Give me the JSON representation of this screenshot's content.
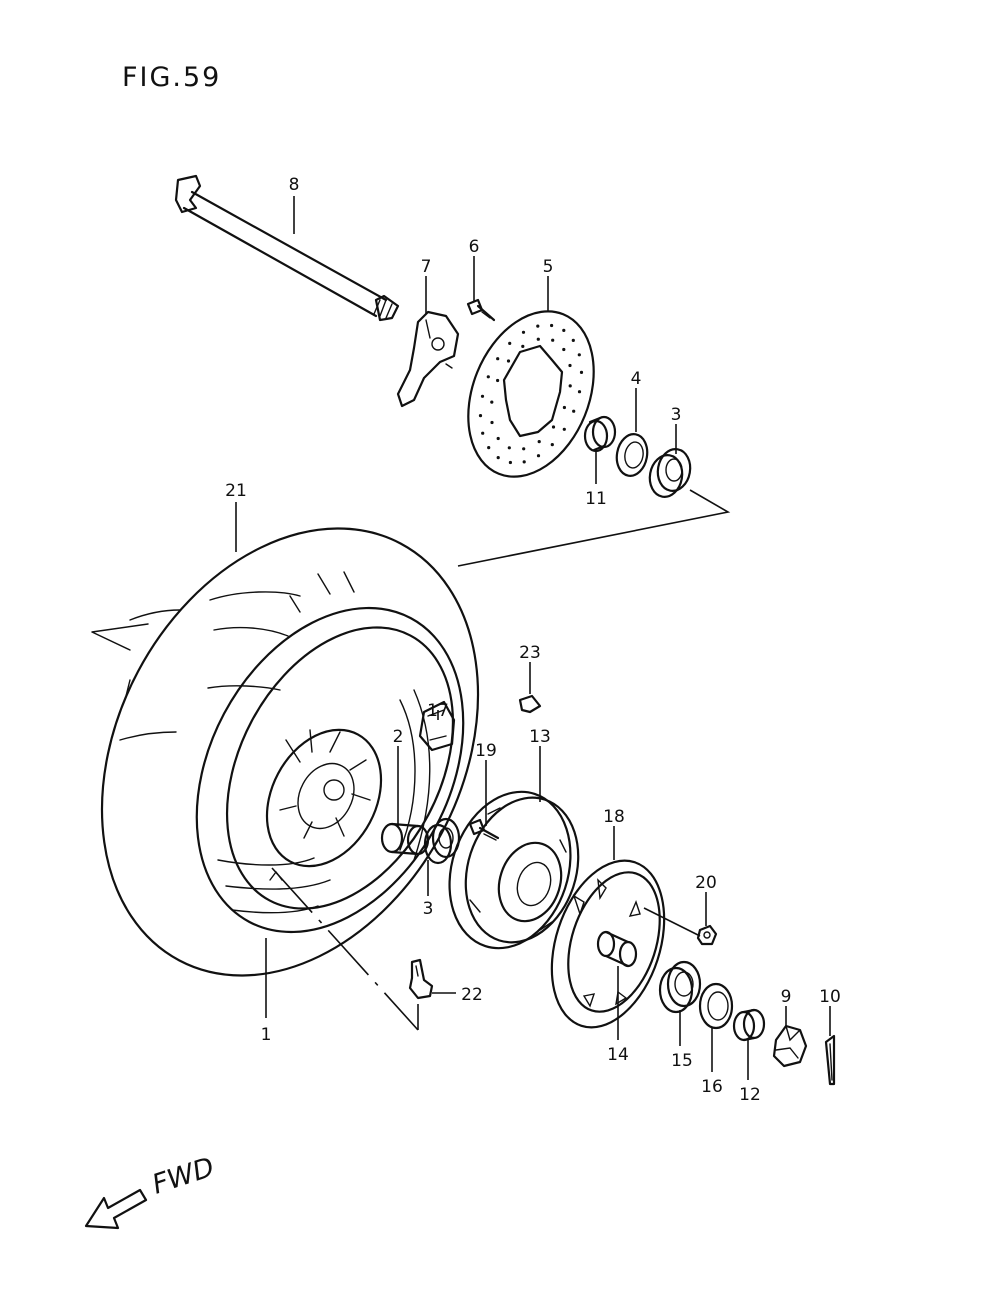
{
  "figure": {
    "title": "FIG.59"
  },
  "direction": {
    "label": "FWD"
  },
  "callouts": [
    {
      "id": "1",
      "text": "1"
    },
    {
      "id": "2",
      "text": "2"
    },
    {
      "id": "3a",
      "text": "3"
    },
    {
      "id": "3b",
      "text": "3"
    },
    {
      "id": "4",
      "text": "4"
    },
    {
      "id": "5",
      "text": "5"
    },
    {
      "id": "6",
      "text": "6"
    },
    {
      "id": "7",
      "text": "7"
    },
    {
      "id": "8",
      "text": "8"
    },
    {
      "id": "9",
      "text": "9"
    },
    {
      "id": "10",
      "text": "10"
    },
    {
      "id": "11",
      "text": "11"
    },
    {
      "id": "12",
      "text": "12"
    },
    {
      "id": "13",
      "text": "13"
    },
    {
      "id": "14",
      "text": "14"
    },
    {
      "id": "15",
      "text": "15"
    },
    {
      "id": "16",
      "text": "16"
    },
    {
      "id": "17",
      "text": "17"
    },
    {
      "id": "18",
      "text": "18"
    },
    {
      "id": "19",
      "text": "19"
    },
    {
      "id": "20",
      "text": "20"
    },
    {
      "id": "21",
      "text": "21"
    },
    {
      "id": "22",
      "text": "22"
    },
    {
      "id": "23",
      "text": "23"
    }
  ]
}
